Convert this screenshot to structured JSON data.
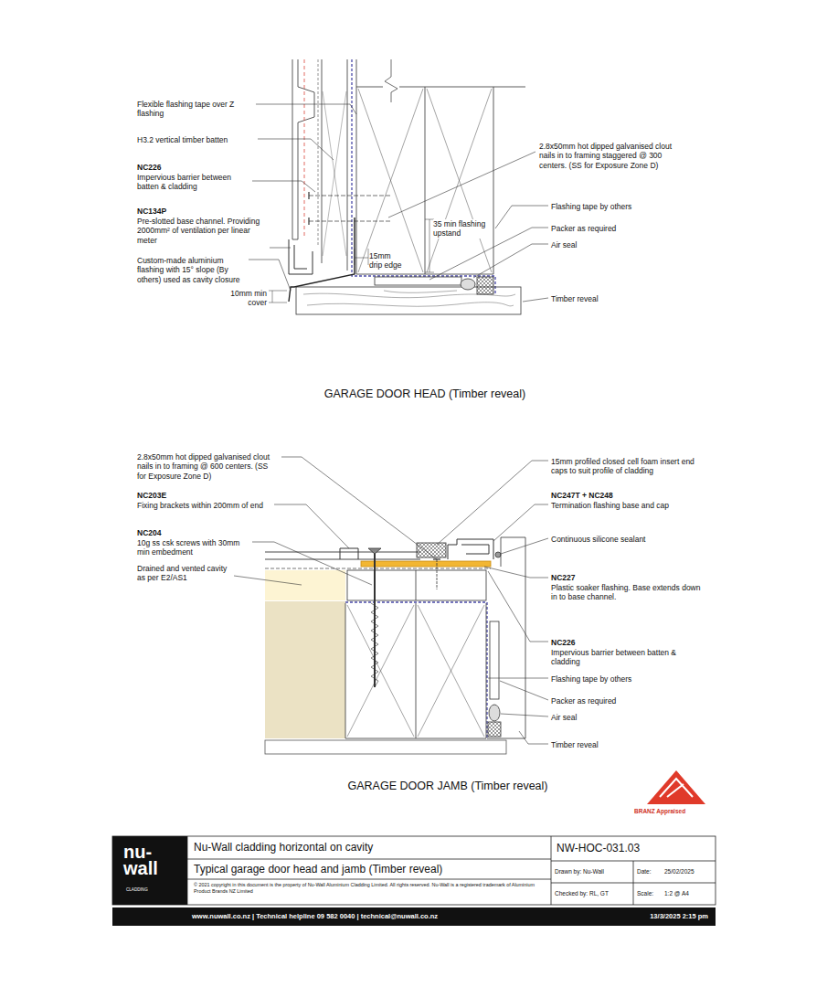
{
  "diagram": {
    "nodes": [
      {
        "text": [
          "nu-wall",
          "CLADDING"
        ]
      },
      {
        "text": [
          "Nu-Wall cladding horizontal on cavity",
          "Typical garage door head and jamb (Timber reveal)",
          "© 2021 copyright in this document is the property of Nu-Wall Aluminium Cladding Limited. All rights reserved. Nu-Wall is a registered trademark of Aluminium Product Brands NZ Limited"
        ]
      },
      {
        "text": [
          "NW-HOC-031.03"
        ]
      },
      {
        "text": [
          "Drawn by: Nu-Wall"
        ]
      },
      {
        "text": [
          "Date:",
          "25/02/2025"
        ]
      },
      {
        "text": [
          "Checked by: RL, GT"
        ]
      },
      {
        "text": [
          "Scale:",
          "1:2 @ A4"
        ]
      },
      {
        "text": [
          "www.nuwall.co.nz | Technical helpline 09 582 0040 | technical@nuwall.co.nz",
          "13/3/2025 2:15 pm"
        ]
      }
    ],
    "labels": [
      "Flexible flashing tape over Z flashing",
      "H3.2 vertical timber batten",
      "NC226",
      "Impervious barrier between batten & cladding",
      "NC134P",
      "Pre-slotted base channel. Providing 2000mm² of ventilation per linear meter",
      "Custom-made aluminium flashing with 15° slope (By others) used as cavity closure",
      "10mm min cover",
      "15mm drip edge",
      "35 min flashing upstand",
      "2.8x50mm hot dipped galvanised clout nails in to framing staggered @ 300 centers. (SS for Exposure Zone D)",
      "Flashing tape by others",
      "Packer as required",
      "Air seal",
      "Timber reveal",
      "GARAGE DOOR HEAD (Timber reveal)",
      "2.8x50mm hot dipped galvanised clout nails in to framing @ 600 centers. (SS for Exposure Zone D)",
      "NC203E",
      "Fixing brackets within 200mm of end",
      "NC204",
      "10g ss csk screws with 30mm min embedment",
      "Drained and vented cavity as per E2/AS1",
      "15mm profiled closed cell foam insert end caps to suit profile of cladding",
      "NC247T + NC248",
      "Termination flashing base and cap",
      "Continuous silicone sealant",
      "NC227",
      "Plastic soaker flashing. Base extends down in to base channel.",
      "NC226",
      "Impervious barrier between batten & cladding",
      "Flashing tape by others",
      "Packer as required",
      "Air seal",
      "Timber reveal",
      "GARAGE DOOR JAMB (Timber reveal)",
      "BRANZ Appraised"
    ]
  }
}
